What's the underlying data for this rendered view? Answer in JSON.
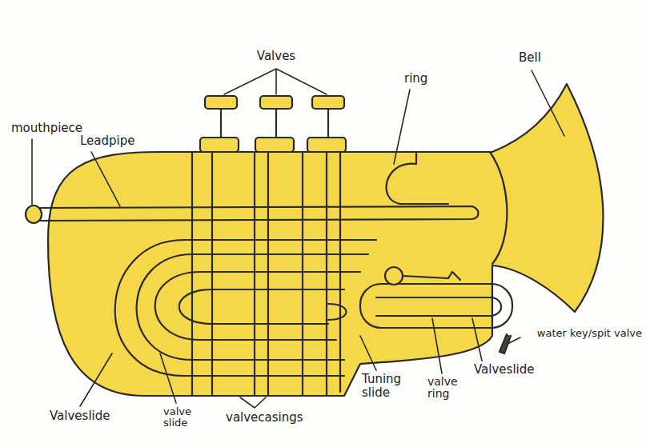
{
  "diagram": {
    "labels": [
      "Valves",
      "Bell",
      "ring",
      "mouthpiece",
      "Leadpipe",
      "water key/spit valve",
      "Valveslide",
      "valve slide",
      "valvecasings",
      "Tuning slide",
      "valve ring",
      "Valveslide"
    ]
  }
}
